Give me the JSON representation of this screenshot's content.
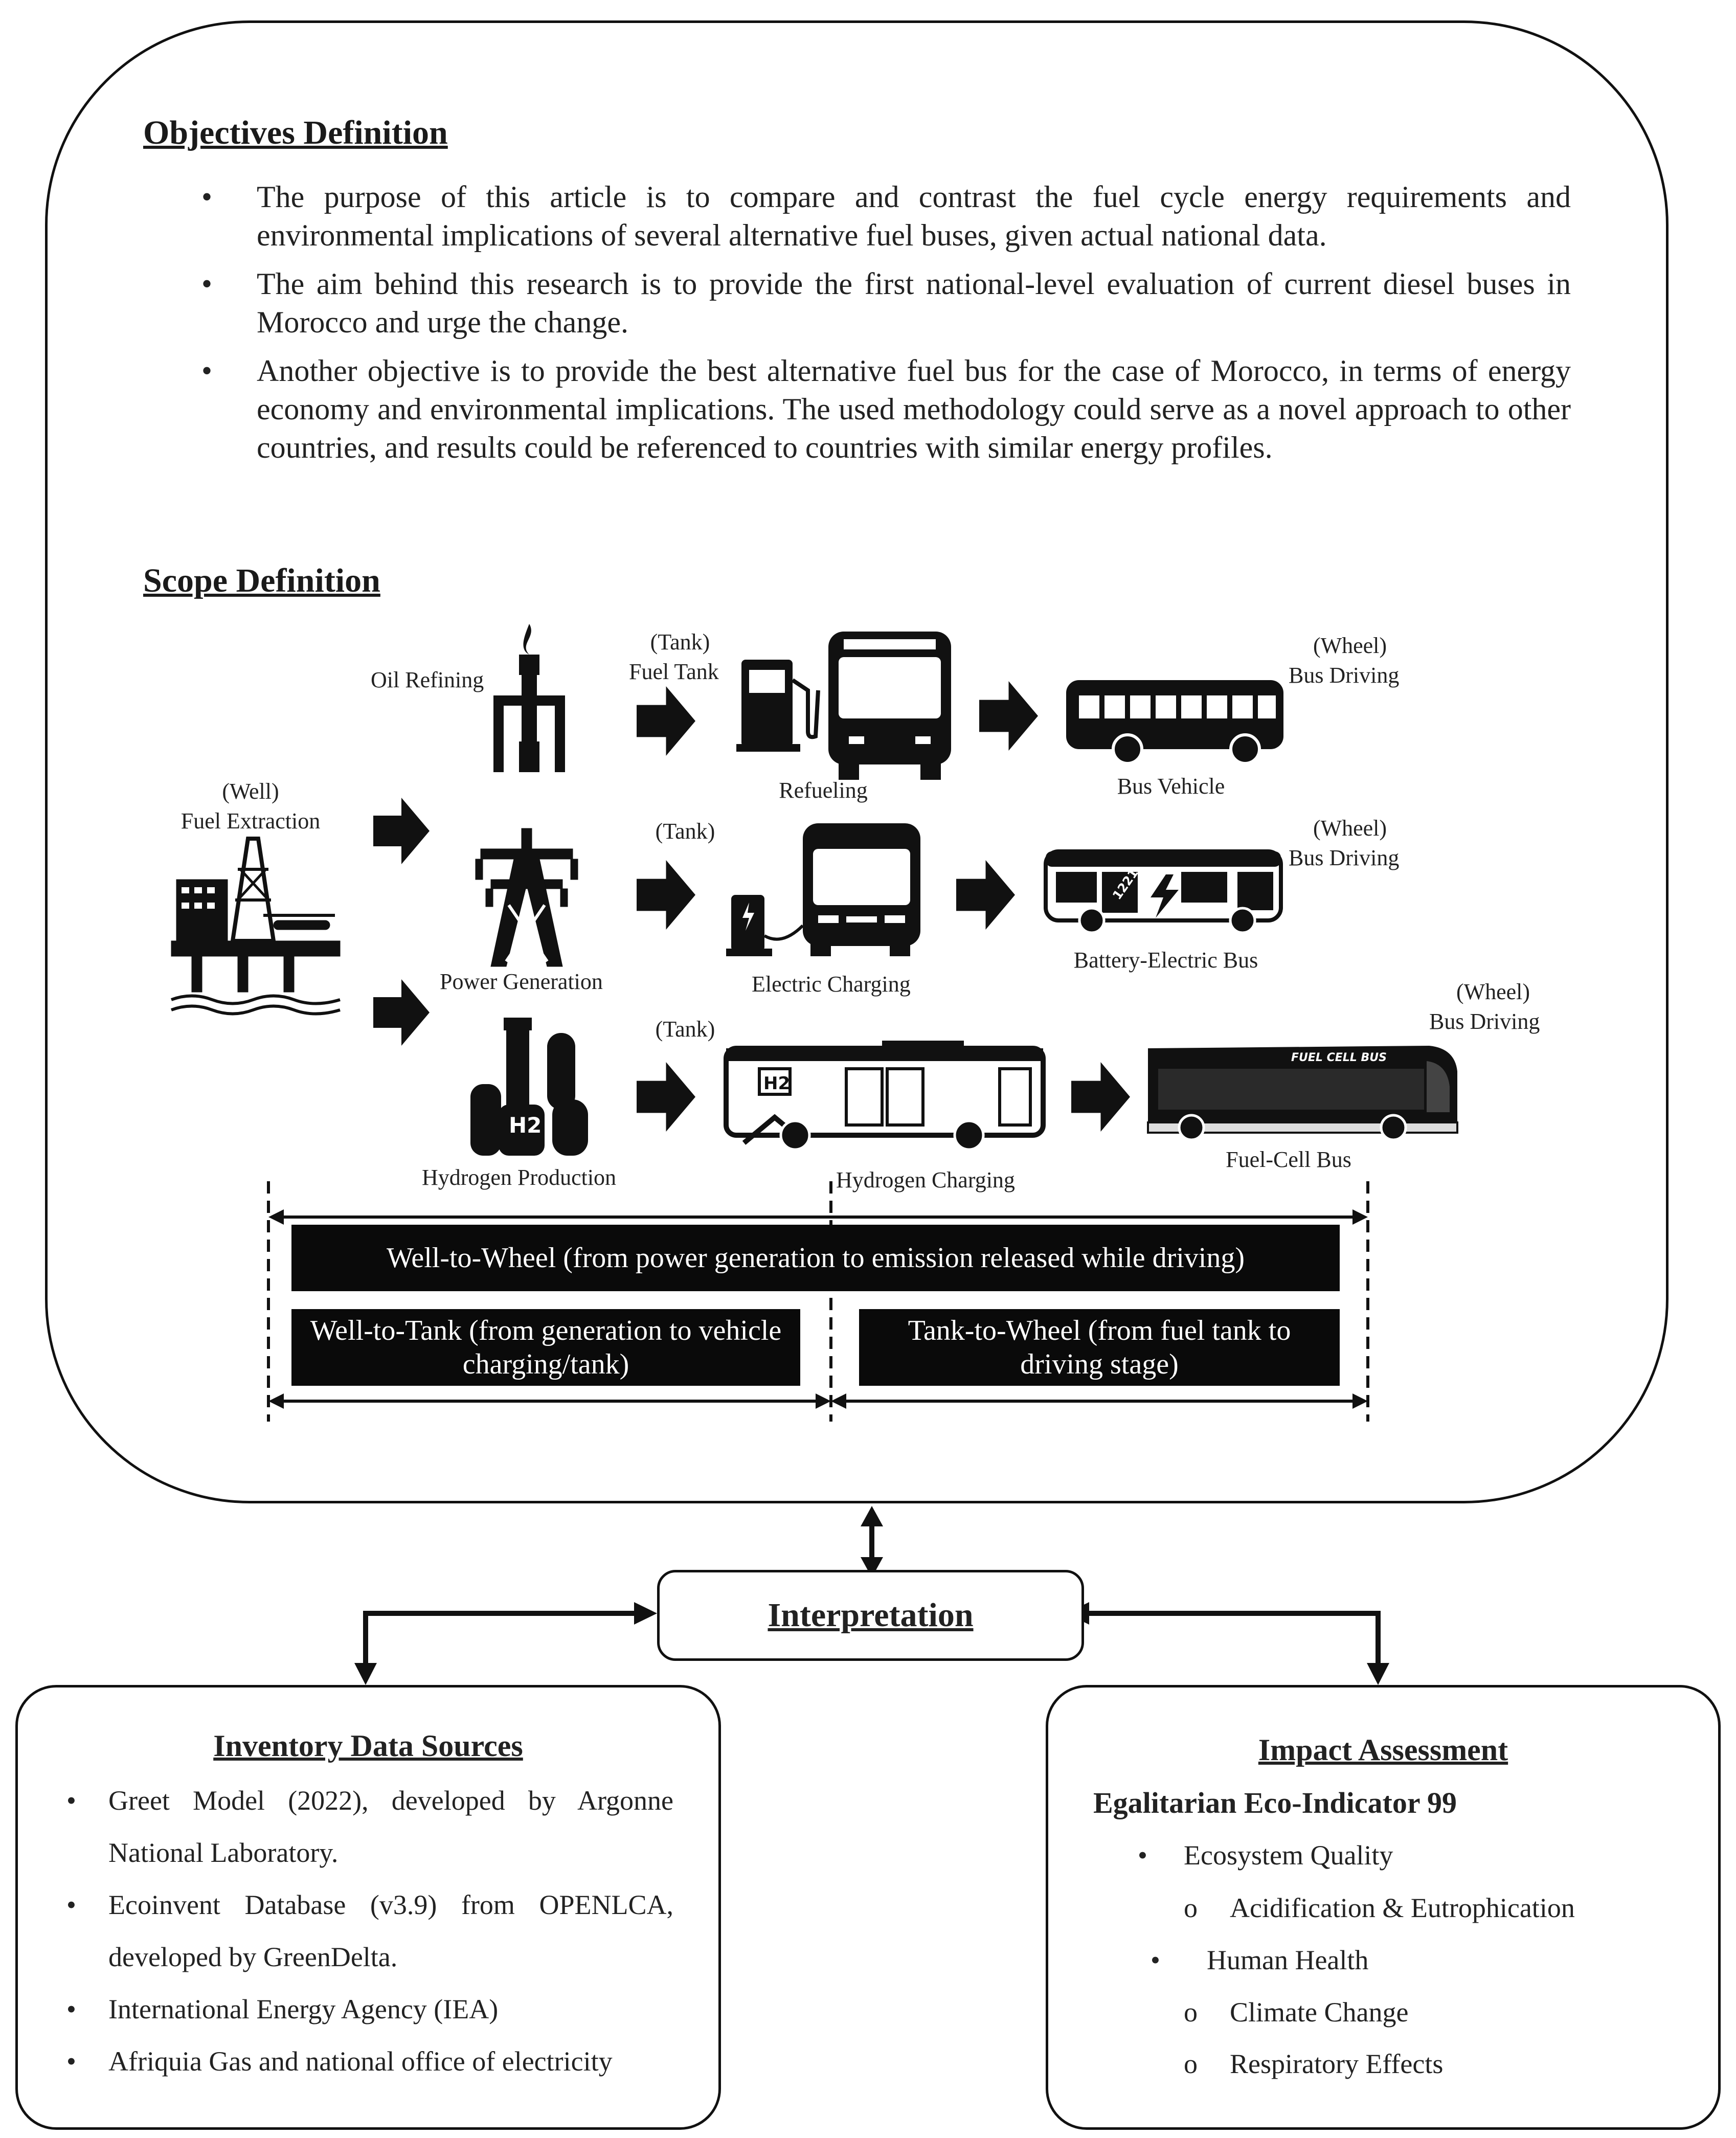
{
  "objectives": {
    "heading": "Objectives Definition",
    "bullets": [
      "The purpose of this article is to compare and contrast the fuel cycle energy requirements and environmental implications of several alternative fuel buses, given actual national data.",
      "The aim behind this research is to provide the first national-level evaluation of current diesel buses in Morocco and urge the change.",
      "Another objective is to provide the best alternative fuel bus for the case of Morocco, in terms of energy economy and environmental implications. The used methodology could serve as a novel approach to other countries, and results could be referenced to countries with similar energy profiles."
    ]
  },
  "scope": {
    "heading": "Scope Definition",
    "well_tag": "(Well)",
    "fuel_extraction": "Fuel Extraction",
    "rows": [
      {
        "stage": "Oil Refining",
        "tank_tag": "(Tank)",
        "tank_sub": "Fuel Tank",
        "charging": "Refueling",
        "vehicle": "Bus Vehicle",
        "wheel_tag": "(Wheel)",
        "wheel_sub": "Bus Driving"
      },
      {
        "stage": "Power Generation",
        "tank_tag": "(Tank)",
        "charging": "Electric Charging",
        "vehicle": "Battery-Electric Bus",
        "wheel_tag": "(Wheel)",
        "wheel_sub": "Bus Driving",
        "bus_number": "1221"
      },
      {
        "stage": "Hydrogen Production",
        "tank_tag": "(Tank)",
        "charging": "Hydrogen Charging",
        "vehicle": "Fuel-Cell Bus",
        "wheel_tag": "(Wheel)",
        "wheel_sub": "Bus Driving",
        "bus_text": "FUEL CELL BUS",
        "h2_label": "H2"
      }
    ],
    "well_to_wheel": "Well-to-Wheel (from power generation to emission released while driving)",
    "well_to_tank": "Well-to-Tank (from generation to vehicle charging/tank)",
    "tank_to_wheel": "Tank-to-Wheel (from fuel tank to driving stage)"
  },
  "interpretation": {
    "label": "Interpretation"
  },
  "inventory": {
    "heading": "Inventory Data Sources",
    "items": [
      "Greet Model (2022), developed by Argonne National Laboratory.",
      "Ecoinvent Database (v3.9) from OPENLCA, developed by GreenDelta.",
      "International Energy Agency (IEA)",
      "Afriquia Gas and national office of electricity"
    ]
  },
  "impact": {
    "heading": "Impact Assessment",
    "method": "Egalitarian Eco-Indicator 99",
    "ecosystem": "Ecosystem Quality",
    "acidification": "Acidification & Eutrophication",
    "human_health": "Human Health",
    "climate": "Climate Change",
    "respiratory": "Respiratory Effects",
    "sub_marker": "o"
  },
  "colors": {
    "ink": "#111111",
    "panel": "#0a0a0a",
    "text_on_panel": "#ffffff"
  },
  "icons": [
    "oil-derrick-icon",
    "oil-refinery-icon",
    "fuel-pump-icon",
    "bus-front-icon",
    "bus-side-icon",
    "power-tower-icon",
    "ev-charger-icon",
    "electric-bus-icon",
    "hydrogen-plant-icon",
    "hydrogen-bus-icon",
    "fuel-cell-bus-icon",
    "arrow-right-icon"
  ]
}
